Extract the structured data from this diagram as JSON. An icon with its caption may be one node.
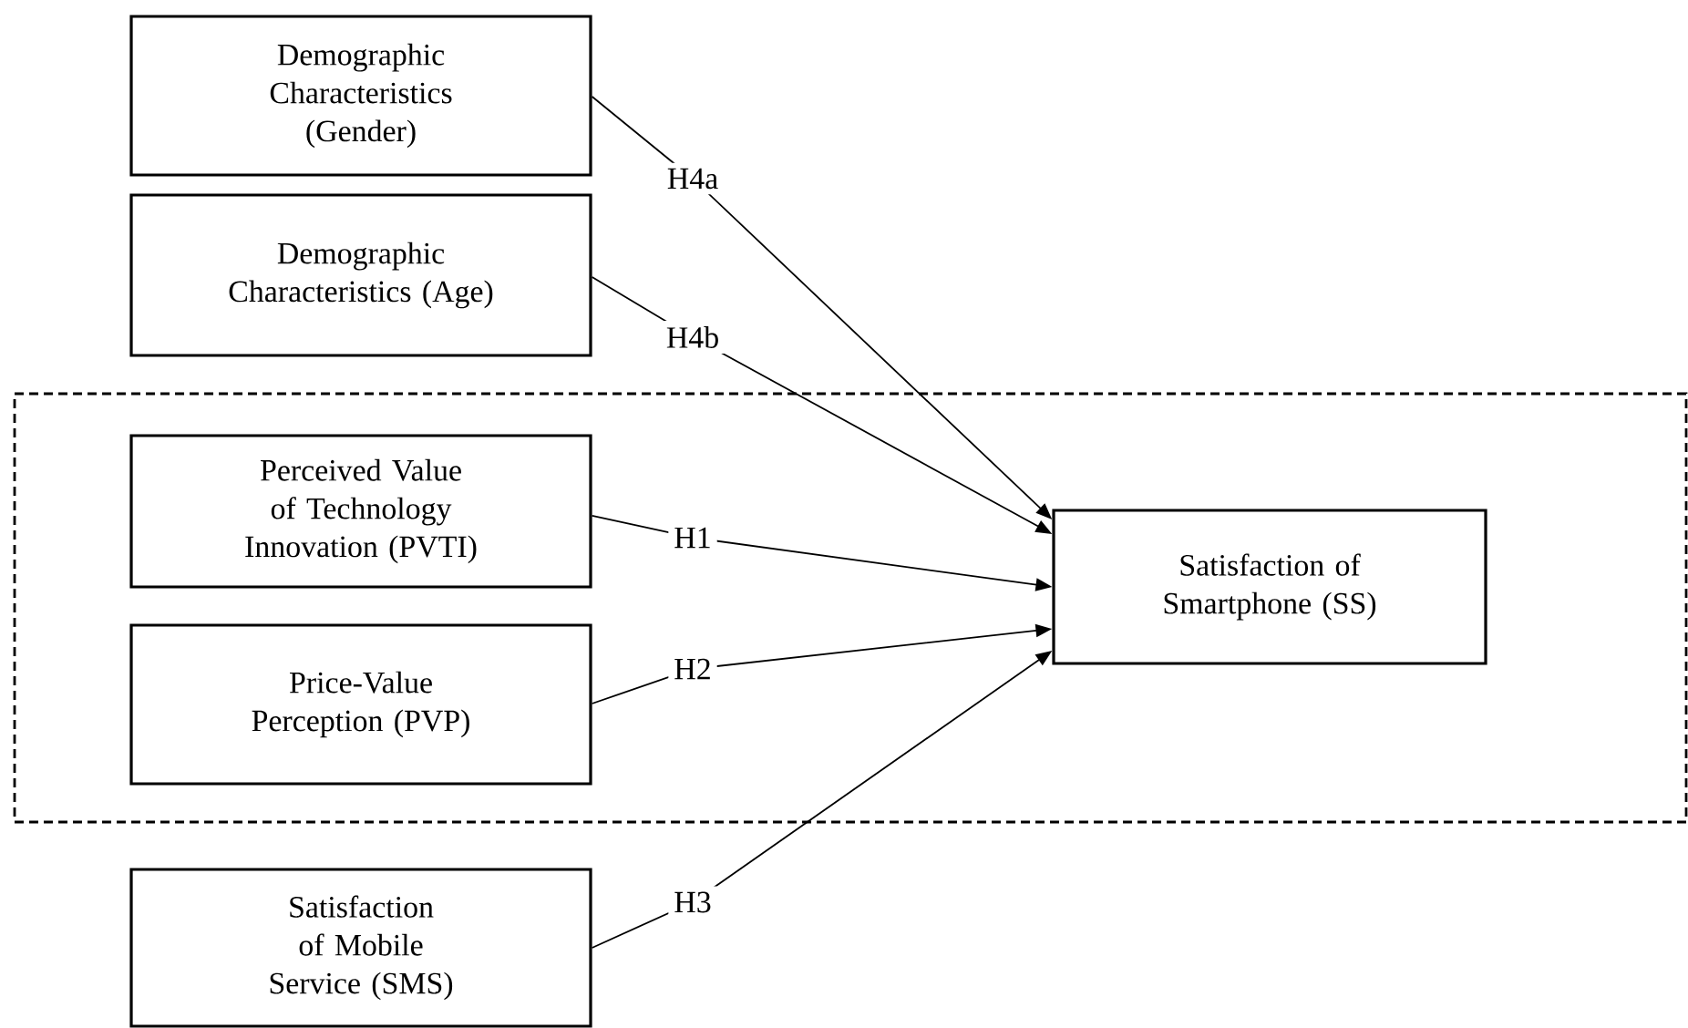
{
  "diagram": {
    "nodes": [
      {
        "text": [
          "Demographic Characteristics (Gender)"
        ]
      },
      {
        "text": [
          "Demographic Characteristics (Age)"
        ]
      },
      {
        "text": [],
        "shape": "box"
      },
      {
        "text": [
          "Perceived Value of Technology Innovation (PVTI)"
        ],
        "in": 2
      },
      {
        "text": [
          "Price-Value Perception (PVP)"
        ],
        "in": 2
      },
      {
        "text": [
          "Satisfaction of Smartphone (SS)"
        ],
        "in": 2
      },
      {
        "text": [
          "Satisfaction of Mobile Service (SMS)"
        ]
      }
    ],
    "edges": [
      {
        "from": 0,
        "to": 5,
        "arrow": "to",
        "label": "H4a"
      },
      {
        "from": 1,
        "to": 5,
        "arrow": "to",
        "label": "H4b"
      },
      {
        "from": 3,
        "to": 5,
        "arrow": "to",
        "label": "H1"
      },
      {
        "from": 4,
        "to": 5,
        "arrow": "to",
        "label": "H2"
      },
      {
        "from": 6,
        "to": 5,
        "arrow": "to",
        "label": "H3"
      }
    ]
  }
}
